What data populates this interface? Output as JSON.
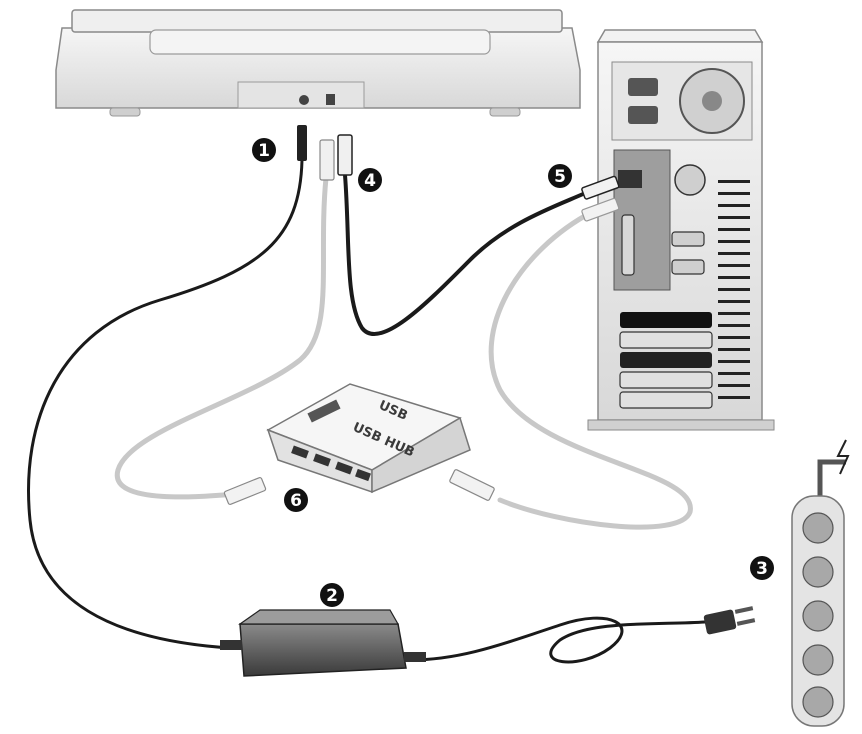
{
  "callouts": [
    {
      "id": "1",
      "label": "1"
    },
    {
      "id": "2",
      "label": "2"
    },
    {
      "id": "3",
      "label": "3"
    },
    {
      "id": "4",
      "label": "4"
    },
    {
      "id": "5",
      "label": "5"
    },
    {
      "id": "6",
      "label": "6"
    }
  ],
  "hub": {
    "label": "USB HUB",
    "logo": "USB"
  },
  "colors": {
    "black_cable": "#1a1a1a",
    "gray_cable": "#bdbdbd",
    "device_fill": "#ececec",
    "device_stroke": "#8a8a8a",
    "dark_part": "#555555"
  }
}
